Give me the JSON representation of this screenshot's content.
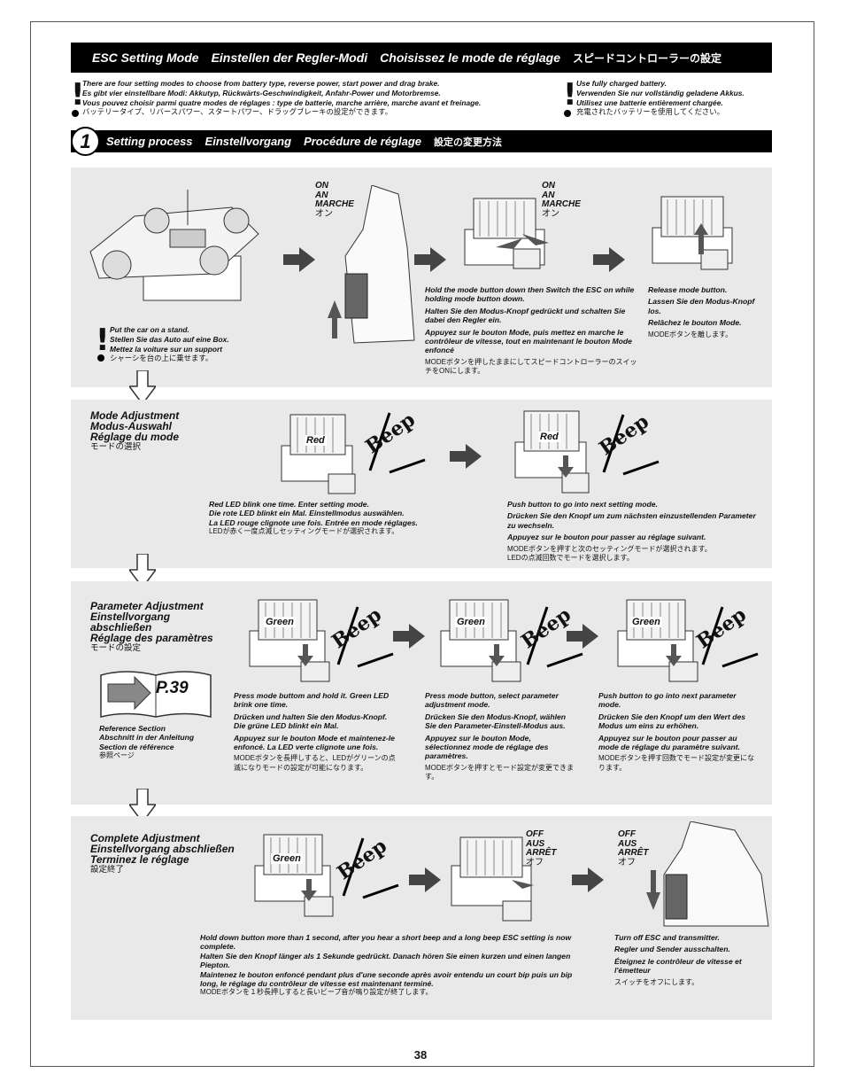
{
  "header": {
    "title_en": "ESC Setting Mode",
    "title_de": "Einstellen der Regler-Modi",
    "title_fr": "Choisissez le mode de réglage",
    "title_jp": "スピードコントローラーの設定"
  },
  "notes": {
    "left": {
      "en": "There are four setting modes to choose from battery type, reverse power, start power and drag brake.",
      "de": "Es gibt vier einstellbare Modi: Akkutyp, Rückwärts-Geschwindigkeit, Anfahr-Power und Motorbremse.",
      "fr": "Vous pouvez choisir parmi quatre modes de réglages : type de batterie, marche arrière, marche avant et freinage.",
      "jp": "バッテリータイプ、リバースパワー、スタートパワー、ドラッグブレーキの設定ができます。"
    },
    "right": {
      "en": "Use fully charged battery.",
      "de": "Verwenden Sie nur vollständig geladene Akkus.",
      "fr": "Utilisez une batterie entièrement chargée.",
      "jp": "充電されたバッテリーを使用してください。"
    }
  },
  "step": {
    "number": "1",
    "en": "Setting process",
    "de": "Einstellvorgang",
    "fr": "Procédure de réglage",
    "jp": "設定の変更方法"
  },
  "panel1": {
    "on_label": {
      "en": "ON",
      "de": "AN",
      "fr": "MARCHE",
      "jp": "オン"
    },
    "stand_note": {
      "en": "Put the car on a stand.",
      "de": "Stellen Sie das Auto auf eine Box.",
      "fr": "Mettez la voiture sur un support",
      "jp": "シャーシを台の上に乗せます。"
    },
    "hold_text": {
      "en": "Hold the mode button down then Switch the ESC on while holding mode button down.",
      "de": "Halten Sie den Modus-Knopf gedrückt und schalten Sie dabei den Regler ein.",
      "fr": "Appuyez sur le bouton Mode, puis mettez en marche le contrôleur de vitesse, tout en maintenant le bouton Mode enfoncé",
      "jp": "MODEボタンを押したままにしてスピードコントローラーのスイッチをONにします。"
    },
    "release_text": {
      "en": "Release mode button.",
      "de": "Lassen Sie den Modus-Knopf los.",
      "fr": "Relâchez le bouton Mode.",
      "jp": "MODEボタンを離します。"
    }
  },
  "panel2": {
    "title": {
      "en": "Mode Adjustment",
      "de": "Modus-Auswahl",
      "fr": "Réglage du mode",
      "jp": "モードの選択"
    },
    "led_label": "Red",
    "beep": "Beep",
    "text_a": {
      "en": "Red LED blink one time. Enter setting mode.",
      "de": "Die rote LED blinkt ein Mal. Einstellmodus auswählen.",
      "fr": "La LED rouge clignote une fois. Entrée en mode réglages.",
      "jp": "LEDが赤く一度点滅しセッティングモードが選択されます。"
    },
    "text_b": {
      "en": "Push button to go into next setting mode.",
      "de": "Drücken Sie den Knopf um zum nächsten einzustellenden Parameter zu wechseln.",
      "fr": "Appuyez sur le bouton pour passer au réglage suivant.",
      "jp1": "MODEボタンを押すと次のセッティングモードが選択されます。",
      "jp2": "LEDの点滅回数でモードを選択します。"
    }
  },
  "panel3": {
    "title": {
      "en": "Parameter Adjustment",
      "de": "Einstellvorgang abschließen",
      "fr": "Réglage des paramètres",
      "jp": "モードの設定"
    },
    "led_label": "Green",
    "beep": "Beep",
    "reference": {
      "page": "P.39",
      "en": "Reference Section",
      "de": "Abschnitt in der Anleitung",
      "fr": "Section de référence",
      "jp": "参照ページ"
    },
    "text_a": {
      "en": "Press mode buttom and hold it. Green LED brink one time.",
      "de": "Drücken und halten Sie den Modus-Knopf. Die grüne LED blinkt ein Mal.",
      "fr": "Appuyez sur le bouton Mode et maintenez-le enfoncé. La LED verte clignote une fois.",
      "jp": "MODEボタンを長押しすると、LEDがグリーンの点滅になりモードの設定が可能になります。"
    },
    "text_b": {
      "en": "Press mode button, select parameter adjustment mode.",
      "de": "Drücken Sie den Modus-Knopf, wählen Sie den Parameter-Einstell-Modus aus.",
      "fr": "Appuyez sur le bouton Mode, sélectionnez mode de réglage des paramètres.",
      "jp": "MODEボタンを押すとモード設定が変更できます。"
    },
    "text_c": {
      "en": "Push button to go into next parameter mode.",
      "de": "Drücken Sie den Knopf um den Wert des Modus um eins zu erhöhen.",
      "fr": "Appuyez sur le bouton pour passer au mode de réglage du paramètre suivant.",
      "jp": "MODEボタンを押す回数でモード設定が変更になります。"
    }
  },
  "panel4": {
    "title": {
      "en": "Complete Adjustment",
      "de": "Einstellvorgang abschließen",
      "fr": "Terminez le réglage",
      "jp": "設定終了"
    },
    "led_label": "Green",
    "beep": "Beep",
    "off_label": {
      "en": "OFF",
      "de": "AUS",
      "fr": "ARRÊT",
      "jp": "オフ"
    },
    "text_a": {
      "en": "Hold down button more than 1 second, after you hear a short beep and a long beep ESC setting is now complete.",
      "de": "Halten Sie den Knopf länger als 1 Sekunde gedrückt. Danach hören Sie einen kurzen und einen langen Piepton.",
      "fr": "Maintenez le bouton enfoncé pendant plus d'une seconde après avoir entendu un court bip puis un bip long, le réglage du contrôleur de vitesse est maintenant terminé.",
      "jp": "MODEボタンを１秒長押しすると長いビープ音が鳴り設定が終了します。"
    },
    "text_b": {
      "en": "Turn off ESC and transmitter.",
      "de": "Regler und Sender ausschalten.",
      "fr": "Éteignez le contrôleur de vitesse et l'émetteur",
      "jp": "スイッチをオフにします。"
    }
  },
  "page_number": "38",
  "colors": {
    "panel_bg": "#e9e9e9",
    "bar_bg": "#000000",
    "arrow": "#444444"
  }
}
